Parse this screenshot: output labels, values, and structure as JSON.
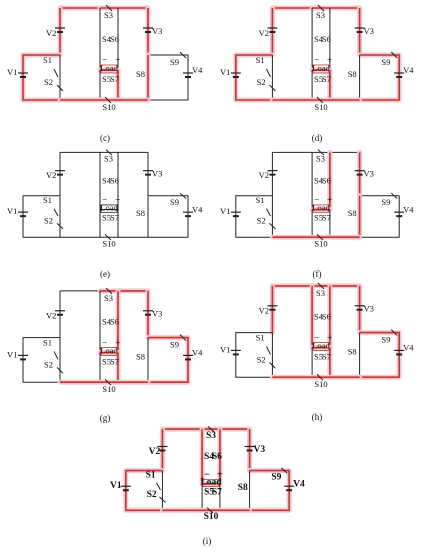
{
  "panels": [
    {
      "id": "c",
      "caption": "(c)",
      "labels": {
        "v1": "V1",
        "v2": "V2",
        "v3": "V3",
        "v4": "V4",
        "s1": "S1",
        "s2": "S2",
        "s3": "S3",
        "s4": "S4",
        "s5": "S5",
        "s6": "S6",
        "s7": "S7",
        "s8": "S8",
        "s9": "S9",
        "s10": "S10",
        "load": "Load",
        "minus": "−",
        "plus": "+"
      },
      "highlight": [
        "top-left",
        "top-right",
        "v2",
        "v3",
        "left-loop",
        "load-mid",
        "s7",
        "s8",
        "bottom-mid"
      ],
      "bold": false
    },
    {
      "id": "d",
      "caption": "(d)",
      "labels": {
        "v1": "V1",
        "v2": "V2",
        "v3": "V3",
        "v4": "V4",
        "s1": "S1",
        "s2": "S2",
        "s3": "S3",
        "s4": "S4",
        "s5": "S5",
        "s6": "S6",
        "s7": "S7",
        "s8": "S8",
        "s9": "S9",
        "s10": "S10",
        "load": "Load",
        "minus": "−",
        "plus": "+"
      },
      "highlight": [
        "top-left",
        "top-right",
        "v2",
        "v3",
        "left-loop",
        "load-mid",
        "s7",
        "right-loop",
        "bottom-mid"
      ],
      "bold": false
    },
    {
      "id": "e",
      "caption": "(e)",
      "labels": {
        "v1": "V1",
        "v2": "V2",
        "v3": "V3",
        "v4": "V4",
        "s1": "S1",
        "s2": "S2",
        "s3": "S3",
        "s4": "S4",
        "s5": "S5",
        "s6": "S6",
        "s7": "S7",
        "s8": "S8",
        "s9": "S9",
        "s10": "S10",
        "load": "Load",
        "minus": "−",
        "plus": "+"
      },
      "highlight": [],
      "bold": false
    },
    {
      "id": "f",
      "caption": "(f)",
      "labels": {
        "v1": "V1",
        "v2": "V2",
        "v3": "V3",
        "v4": "V4",
        "s1": "S1",
        "s2": "S2",
        "s3": "S3",
        "s4": "S4",
        "s5": "S5",
        "s6": "S6",
        "s7": "S7",
        "s8": "S8",
        "s9": "S9",
        "s10": "S10",
        "load": "Load",
        "minus": "−",
        "plus": "+"
      },
      "highlight": [
        "v3",
        "s8",
        "s6",
        "load-mid",
        "bottom-mid"
      ],
      "bold": false
    },
    {
      "id": "g",
      "caption": "(g)",
      "labels": {
        "v1": "V1",
        "v2": "V2",
        "v3": "V3",
        "v4": "V4",
        "s1": "S1",
        "s2": "S2",
        "s3": "S3",
        "s4": "S4",
        "s5": "S5",
        "s6": "S6",
        "s7": "S7",
        "s8": "S8",
        "s9": "S9",
        "s10": "S10",
        "load": "Load",
        "minus": "−",
        "plus": "+"
      },
      "highlight": [
        "top-right",
        "v3",
        "right-loop",
        "s6",
        "load-mid",
        "s7",
        "bottom-mid"
      ],
      "bold": false
    },
    {
      "id": "h",
      "caption": "(h)",
      "labels": {
        "v1": "V1",
        "v2": "V2",
        "v3": "V3",
        "v4": "V4",
        "s1": "S1",
        "s2": "S2",
        "s3": "S3",
        "s4": "S4",
        "s5": "S5",
        "s6": "S6",
        "s7": "S7",
        "s8": "S8",
        "s9": "S9",
        "s10": "S10",
        "load": "Load",
        "minus": "−",
        "plus": "+"
      },
      "highlight": [
        "top-left",
        "top-right",
        "v2",
        "v3",
        "right-loop",
        "load-mid",
        "s4",
        "s6",
        "s7",
        "bottom-mid"
      ],
      "bold": false
    },
    {
      "id": "i",
      "caption": "(i)",
      "labels": {
        "v1": "V1",
        "v2": "V2",
        "v3": "V3",
        "v4": "V4",
        "s1": "S1",
        "s2": "S2",
        "s3": "S3",
        "s4": "S4",
        "s5": "S5",
        "s6": "S6",
        "s7": "S7",
        "s8": "S8",
        "s9": "S9",
        "s10": "S10",
        "load": "Load",
        "minus": "−",
        "plus": "+"
      },
      "highlight": [
        "top-left",
        "top-right",
        "v2",
        "v3",
        "left-loop",
        "right-loop",
        "load-mid",
        "s4",
        "s6",
        "bottom-mid"
      ],
      "bold": true
    }
  ],
  "colors": {
    "wire": "#222222",
    "current": "#c0392b",
    "glow": "#f3c6d3",
    "text": "#111111"
  }
}
